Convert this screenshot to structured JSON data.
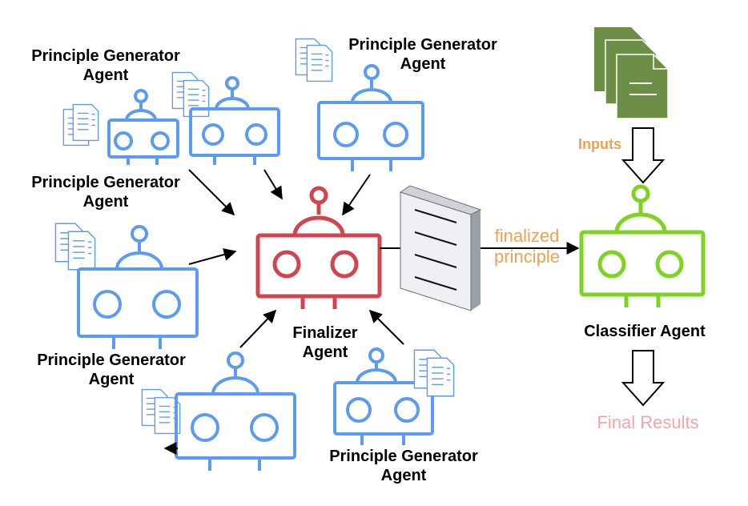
{
  "nodes": {
    "pg_top_left": {
      "line1": "Principle Generator",
      "line2": "Agent"
    },
    "pg_top_right": {
      "line1": "Principle Generator",
      "line2": "Agent"
    },
    "pg_mid_left": {
      "line1": "Principle Generator",
      "line2": "Agent"
    },
    "pg_bottom_left": {
      "line1": "Principle Generator",
      "line2": "Agent"
    },
    "pg_bottom_right": {
      "line1": "Principle Generator",
      "line2": "Agent"
    },
    "finalizer": {
      "line1": "Finalizer",
      "line2": "Agent"
    },
    "classifier": {
      "label": "Classifier Agent"
    }
  },
  "edges": {
    "inputs_label": "Inputs",
    "finalized_line1": "finalized",
    "finalized_line2": "principle"
  },
  "output": {
    "label": "Final Results"
  },
  "colors": {
    "generator": "#5b9bf0",
    "finalizer": "#d2454f",
    "classifier": "#7ed321",
    "inputs_doc": "#6d8e47",
    "orange_text": "#f0a050",
    "final_results_text": "#f4a6a6"
  }
}
